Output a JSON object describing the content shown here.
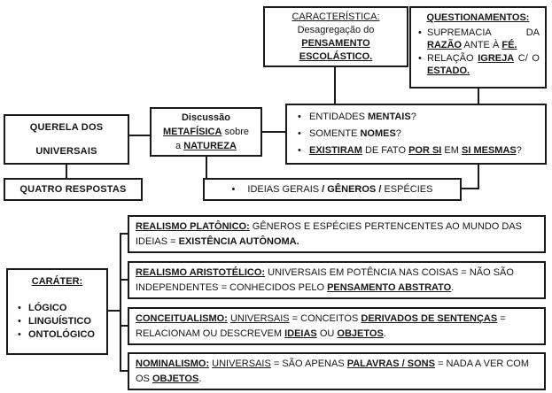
{
  "bullet": "•",
  "colors": {
    "line": "#1a1a1a",
    "background": "#ffffff"
  },
  "boxes": {
    "caracteristica": {
      "segments": [
        {
          "t": "CARACTERÍSTICA:",
          "u": true
        },
        {
          "br": true
        },
        {
          "t": "Desagregação do"
        },
        {
          "br": true
        },
        {
          "t": "PENSAMENTO",
          "b": true,
          "u": true
        },
        {
          "br": true
        },
        {
          "t": "ESCOLÁSTICO.",
          "b": true,
          "u": true
        }
      ]
    },
    "questionamentos": {
      "title": [
        {
          "t": "QUESTIONAMENTOS:",
          "b": true,
          "u": true
        }
      ],
      "items": [
        [
          {
            "t": "SUPREMACIA DA "
          },
          {
            "t": "RAZÃO",
            "b": true,
            "u": true
          },
          {
            "t": " ANTE À "
          },
          {
            "t": "FÉ.",
            "b": true,
            "u": true
          }
        ],
        [
          {
            "t": "RELAÇÃO "
          },
          {
            "t": "IGREJA",
            "b": true,
            "u": true
          },
          {
            "t": " C/ O "
          },
          {
            "t": "ESTADO.",
            "b": true,
            "u": true
          }
        ]
      ]
    },
    "querela": {
      "segments": [
        {
          "t": "QUERELA DOS",
          "b": true
        },
        {
          "br": true
        },
        {
          "t": "UNIVERSAIS",
          "b": true
        }
      ]
    },
    "discussao": {
      "segments": [
        {
          "t": "Discussão",
          "b": true
        },
        {
          "br": true
        },
        {
          "t": "METAFÍSICA",
          "b": true,
          "u": true
        },
        {
          "t": " sobre"
        },
        {
          "br": true
        },
        {
          "t": "a "
        },
        {
          "t": "NATUREZA",
          "b": true,
          "u": true
        }
      ]
    },
    "questoes": {
      "items": [
        [
          {
            "t": "ENTIDADES "
          },
          {
            "t": "MENTAIS",
            "b": true
          },
          {
            "t": "?"
          }
        ],
        [
          {
            "t": "SOMENTE "
          },
          {
            "t": "NOMES",
            "b": true
          },
          {
            "t": "?"
          }
        ],
        [
          {
            "t": "EXISTIRAM",
            "b": true,
            "u": true
          },
          {
            "t": " DE FATO "
          },
          {
            "t": "POR SI",
            "b": true,
            "u": true
          },
          {
            "t": " EM "
          },
          {
            "t": "SI MESMAS",
            "b": true,
            "u": true
          },
          {
            "t": "?"
          }
        ]
      ]
    },
    "quatro_respostas": {
      "segments": [
        {
          "t": "QUATRO RESPOSTAS",
          "b": true
        }
      ]
    },
    "ideias_gerais": {
      "segments": [
        {
          "t": "IDEIAS GERAIS "
        },
        {
          "t": "/ GÊNEROS /",
          "b": true
        },
        {
          "t": " ESPÉCIES"
        }
      ]
    },
    "carater": {
      "title": [
        {
          "t": "CARÁTER:",
          "b": true,
          "u": true
        }
      ],
      "items": [
        [
          {
            "t": "LÓGICO",
            "b": true
          }
        ],
        [
          {
            "t": "LINGUÍSTICO",
            "b": true
          }
        ],
        [
          {
            "t": "ONTOLÓGICO",
            "b": true
          }
        ]
      ]
    },
    "realismo_platonico": {
      "segments": [
        {
          "t": "REALISMO PLATÔNICO:",
          "b": true,
          "u": true
        },
        {
          "t": " GÊNEROS E ESPÉCIES PERTENCENTES AO MUNDO DAS IDEIAS = "
        },
        {
          "t": "EXISTÊNCIA AUTÔNOMA.",
          "b": true
        }
      ]
    },
    "realismo_aristotelico": {
      "segments": [
        {
          "t": "REALISMO ARISTOTÉLICO:",
          "b": true,
          "u": true
        },
        {
          "t": " UNIVERSAIS EM POTÊNCIA NAS COISAS = NÃO SÃO INDEPENDENTES = CONHECIDOS PELO "
        },
        {
          "t": "PENSAMENTO ABSTRATO",
          "b": true,
          "u": true
        },
        {
          "t": "."
        }
      ]
    },
    "conceitualismo": {
      "segments": [
        {
          "t": "CONCEITUALISMO:",
          "b": true,
          "u": true
        },
        {
          "t": " "
        },
        {
          "t": "UNIVERSAIS",
          "u": true
        },
        {
          "t": " = CONCEITOS "
        },
        {
          "t": "DERIVADOS DE SENTENÇAS",
          "b": true,
          "u": true
        },
        {
          "t": " = RELACIONAM OU DESCREVEM "
        },
        {
          "t": "IDEIAS",
          "b": true,
          "u": true
        },
        {
          "t": " OU "
        },
        {
          "t": "OBJETOS",
          "b": true,
          "u": true
        },
        {
          "t": "."
        }
      ]
    },
    "nominalismo": {
      "segments": [
        {
          "t": "NOMINALISMO:",
          "b": true,
          "u": true
        },
        {
          "t": " "
        },
        {
          "t": "UNIVERSAIS",
          "u": true
        },
        {
          "t": " = SÃO APENAS "
        },
        {
          "t": "PALAVRAS / SONS",
          "b": true,
          "u": true
        },
        {
          "t": " = NADA A VER COM OS "
        },
        {
          "t": "OBJETOS",
          "b": true,
          "u": true
        },
        {
          "t": "."
        }
      ]
    }
  }
}
